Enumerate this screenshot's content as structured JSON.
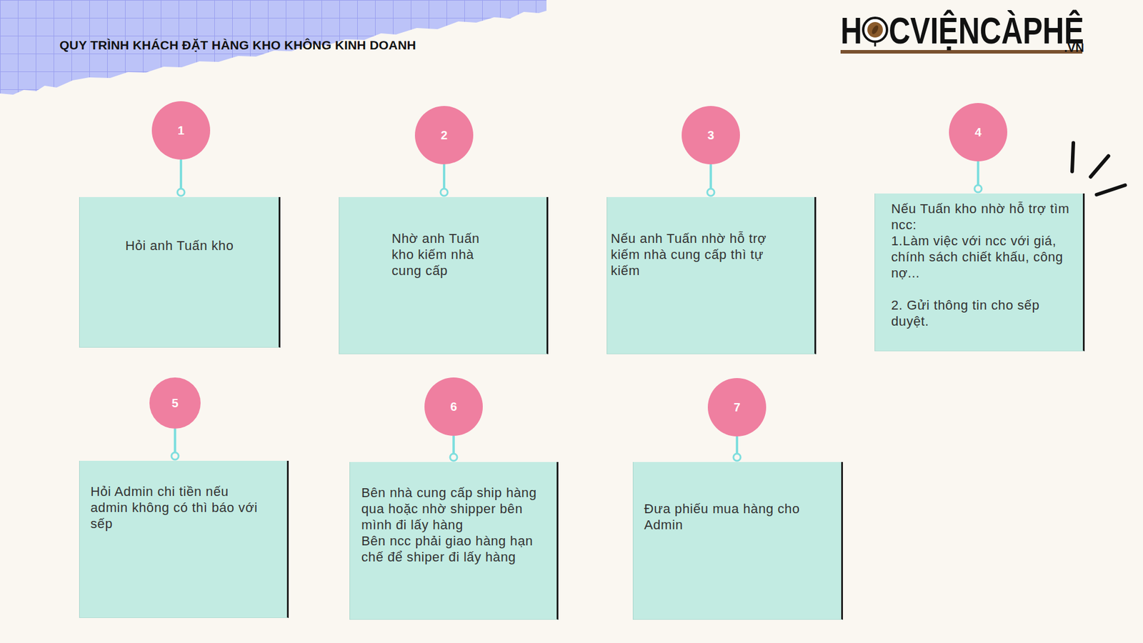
{
  "diagram": {
    "title": "QUY TRÌNH KHÁCH ĐẶT HÀNG KHO KHÔNG KINH DOANH",
    "nodes": [
      {
        "text": [
          "1"
        ]
      },
      {
        "text": [
          "Hỏi anh Tuấn kho"
        ]
      },
      {
        "text": [
          "2"
        ]
      },
      {
        "text": [
          "Nhờ anh Tuấn kho kiếm nhà cung cấp"
        ]
      },
      {
        "text": [
          "3"
        ]
      },
      {
        "text": [
          "Nếu anh Tuấn nhờ hỗ trợ kiếm nhà cung cấp thì tự kiếm"
        ]
      },
      {
        "text": [
          "4"
        ]
      },
      {
        "text": [
          "Nếu Tuấn kho nhờ hỗ trợ tìm ncc:",
          "1.Làm việc với ncc với giá, chính sách chiết khấu, công nợ...",
          "2. Gửi thông tin cho sếp duyệt."
        ]
      },
      {
        "text": [
          "5"
        ]
      },
      {
        "text": [
          "Hỏi Admin chi tiền nếu admin không có thì báo với sếp"
        ]
      },
      {
        "text": [
          "6"
        ]
      },
      {
        "text": [
          "Bên nhà cung cấp ship hàng qua hoặc nhờ shipper bên mình đi lấy hàng",
          "Bên ncc phải giao hàng hạn chế để shiper đi lấy hàng"
        ]
      },
      {
        "text": [
          "7"
        ]
      },
      {
        "text": [
          "Đưa phiếu mua hàng cho Admin"
        ]
      }
    ],
    "edges": [
      {
        "from": 0,
        "to": 1,
        "arrow": "none"
      },
      {
        "from": 2,
        "to": 3,
        "arrow": "none"
      },
      {
        "from": 4,
        "to": 5,
        "arrow": "none"
      },
      {
        "from": 6,
        "to": 7,
        "arrow": "none"
      },
      {
        "from": 8,
        "to": 9,
        "arrow": "none"
      },
      {
        "from": 10,
        "to": 11,
        "arrow": "none"
      },
      {
        "from": 12,
        "to": 13,
        "arrow": "none"
      }
    ],
    "labels": [
      "H",
      "CVIỆNCÀPHÊ",
      ".VN"
    ]
  }
}
